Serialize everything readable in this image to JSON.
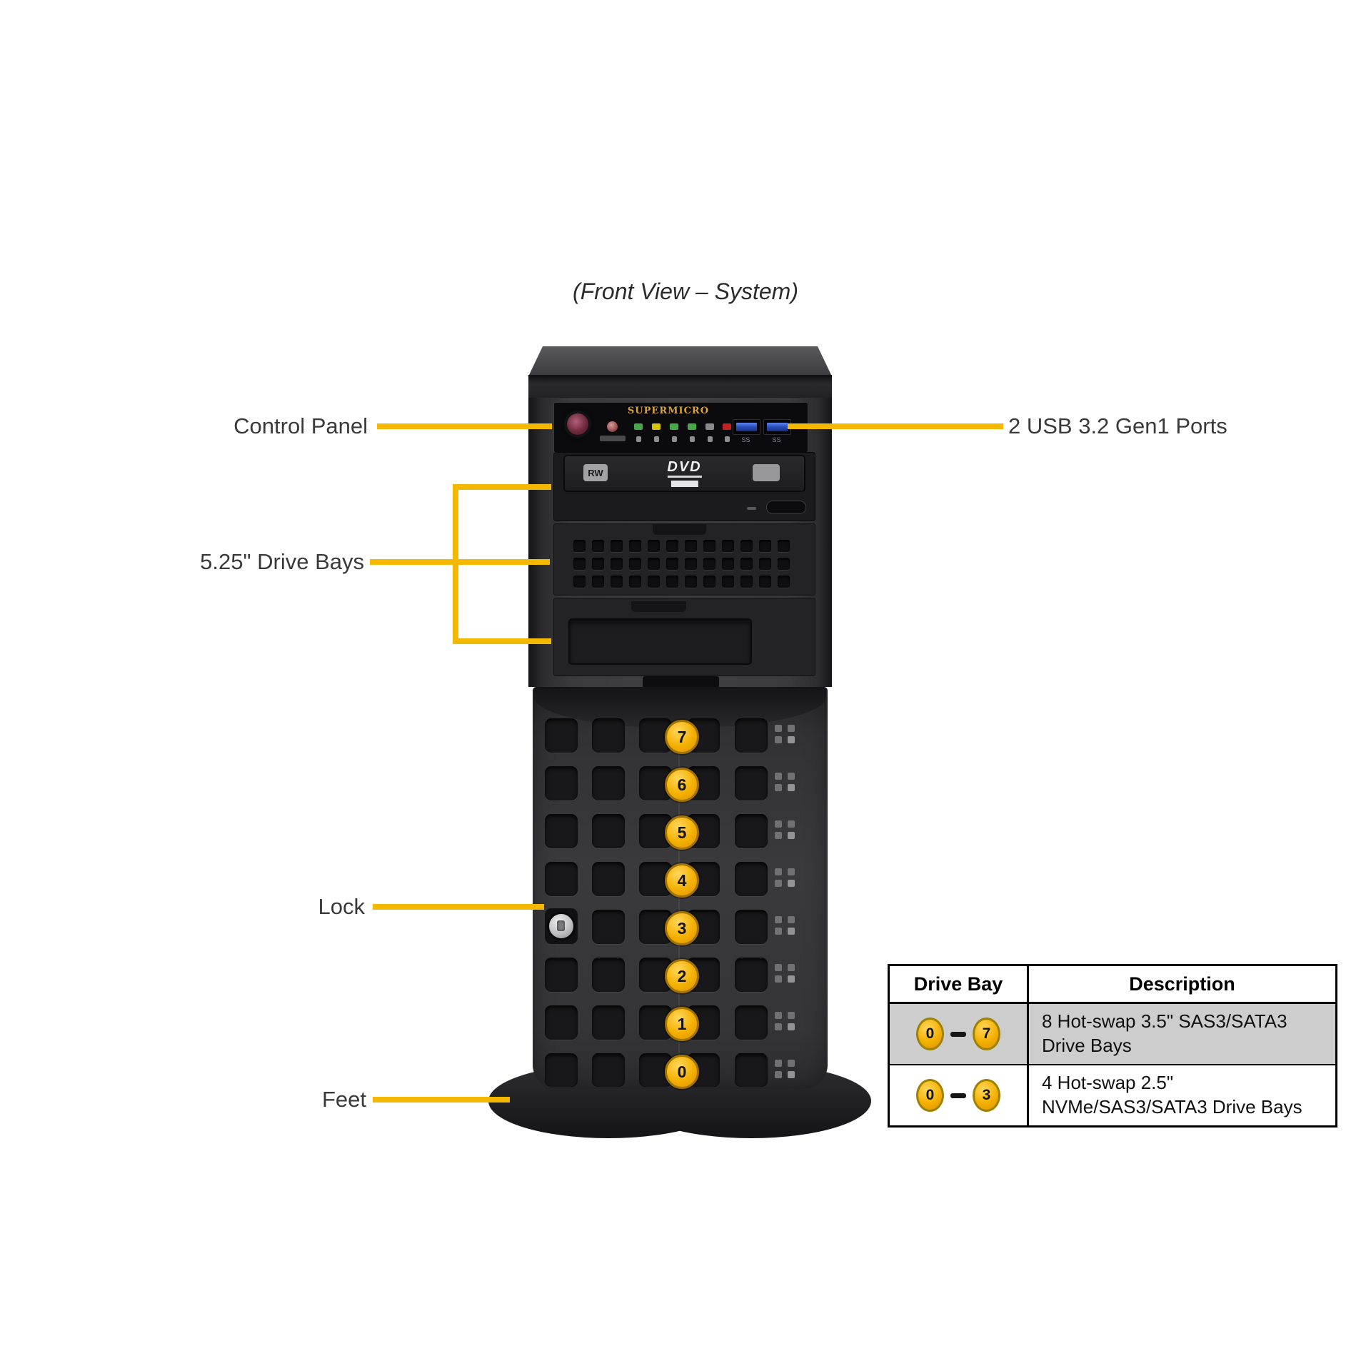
{
  "title": "(Front View – System)",
  "accent_color": "#F5B800",
  "callouts": {
    "control_panel": "Control Panel",
    "usb_ports": "2 USB 3.2 Gen1 Ports",
    "drive_bays_525": "5.25\" Drive Bays",
    "lock": "Lock",
    "feet": "Feet"
  },
  "tower": {
    "brand": "SUPERMICRO",
    "dvd_label": "DVD",
    "rw_label": "RW",
    "usb_port_label": "SS",
    "power_leds": [
      {
        "name": "power-led",
        "color": "#46a846"
      },
      {
        "name": "hdd-activity-led",
        "color": "#d6c400"
      },
      {
        "name": "nic1-led",
        "color": "#46a846"
      },
      {
        "name": "nic2-led",
        "color": "#46a846"
      },
      {
        "name": "overheat-fan-fail-led",
        "color": "#8a8a8c"
      },
      {
        "name": "power-fail-led",
        "color": "#c42222"
      }
    ],
    "drive_bay_numbers": [
      7,
      6,
      5,
      4,
      3,
      2,
      1,
      0
    ],
    "lock_bay_number": 3
  },
  "table": {
    "headers": [
      "Drive Bay",
      "Description"
    ],
    "rows": [
      {
        "bay_from": "0",
        "bay_to": "7",
        "description": "8 Hot-swap 3.5\" SAS3/SATA3 Drive Bays"
      },
      {
        "bay_from": "0",
        "bay_to": "3",
        "description": "4 Hot-swap 2.5\" NVMe/SAS3/SATA3 Drive Bays"
      }
    ]
  }
}
